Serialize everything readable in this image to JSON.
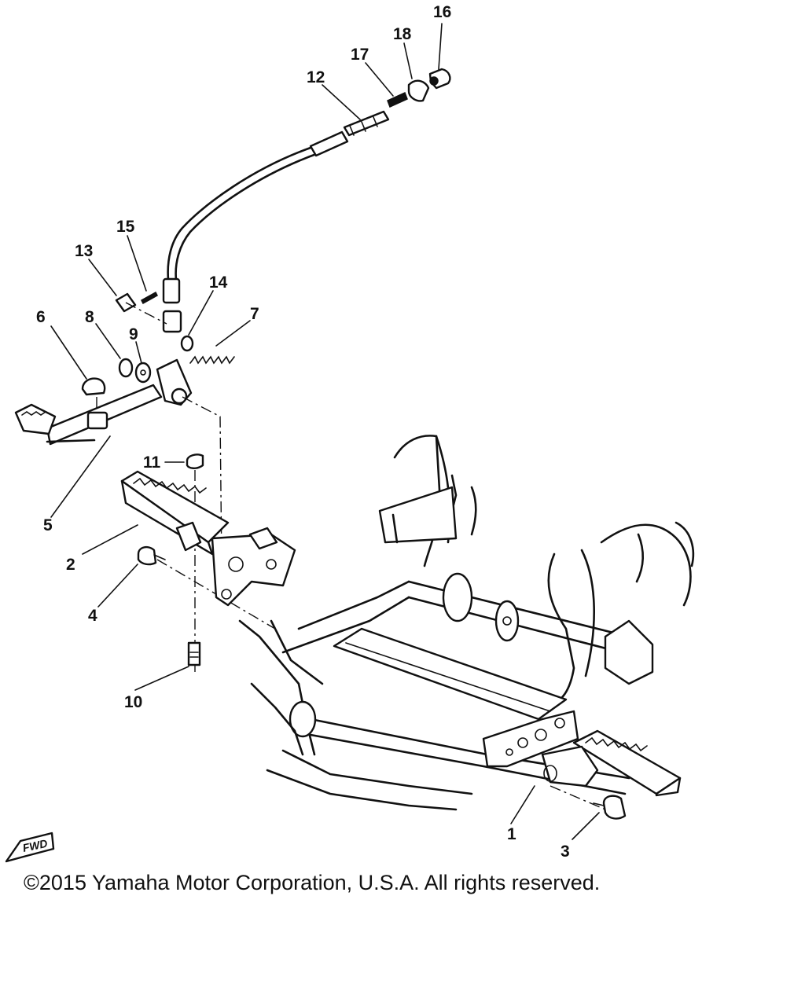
{
  "callouts": [
    {
      "id": "1",
      "label": "1"
    },
    {
      "id": "2",
      "label": "2"
    },
    {
      "id": "3",
      "label": "3"
    },
    {
      "id": "4",
      "label": "4"
    },
    {
      "id": "5",
      "label": "5"
    },
    {
      "id": "6",
      "label": "6"
    },
    {
      "id": "7",
      "label": "7"
    },
    {
      "id": "8",
      "label": "8"
    },
    {
      "id": "9",
      "label": "9"
    },
    {
      "id": "10",
      "label": "10"
    },
    {
      "id": "11",
      "label": "11"
    },
    {
      "id": "12",
      "label": "12"
    },
    {
      "id": "13",
      "label": "13"
    },
    {
      "id": "14",
      "label": "14"
    },
    {
      "id": "15",
      "label": "15"
    },
    {
      "id": "16",
      "label": "16"
    },
    {
      "id": "17",
      "label": "17"
    },
    {
      "id": "18",
      "label": "18"
    }
  ],
  "fwd_badge": "FWD",
  "copyright": "©2015 Yamaha Motor Corporation, U.S.A. All rights reserved."
}
